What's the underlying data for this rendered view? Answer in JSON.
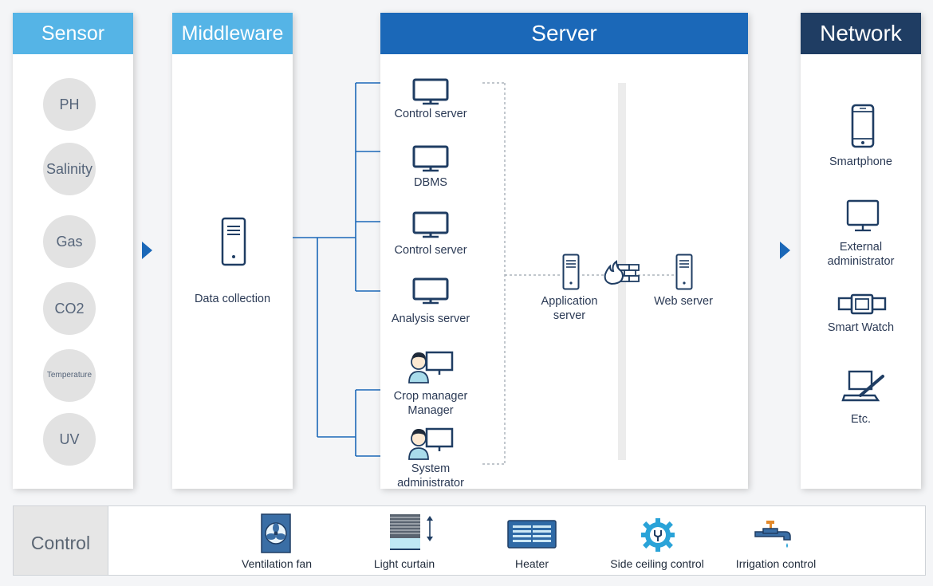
{
  "columns": {
    "sensor": "Sensor",
    "middleware": "Middleware",
    "server": "Server",
    "network": "Network"
  },
  "sensors": [
    "PH",
    "Salinity",
    "Gas",
    "CO2",
    "Temperature",
    "UV"
  ],
  "middleware": {
    "item": "Data collection"
  },
  "server": {
    "items": [
      "Control server",
      "DBMS",
      "Control server",
      "Analysis server"
    ],
    "people": [
      {
        "line1": "Crop manager",
        "line2": "Manager"
      },
      {
        "line1": "System",
        "line2": "administrator"
      }
    ],
    "app_server": {
      "line1": "Application",
      "line2": "server"
    },
    "web_server": "Web server"
  },
  "network": [
    {
      "line1": "Smartphone",
      "line2": ""
    },
    {
      "line1": "External",
      "line2": "administrator"
    },
    {
      "line1": "Smart Watch",
      "line2": ""
    },
    {
      "line1": "Etc.",
      "line2": ""
    }
  ],
  "control": {
    "label": "Control",
    "items": [
      "Ventilation fan",
      "Light curtain",
      "Heater",
      "Side ceiling control",
      "Irrigation control"
    ]
  },
  "colors": {
    "sensor_header": "#55b4e6",
    "server_header": "#1b68b8",
    "network_header": "#1f3d63",
    "line": "#1b68b8",
    "icon": "#1f3d63"
  }
}
